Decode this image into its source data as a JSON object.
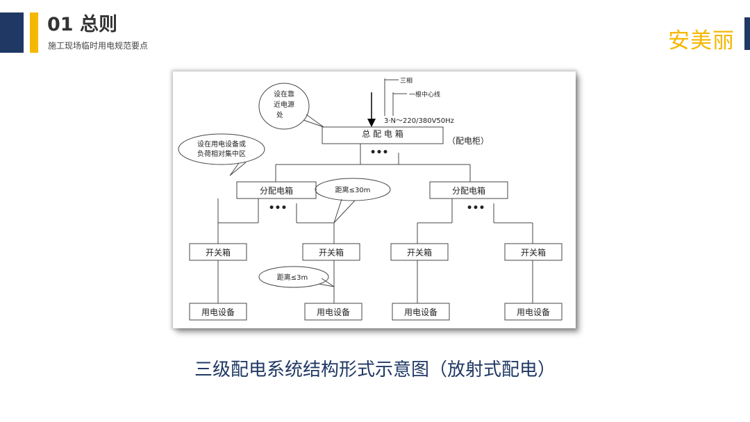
{
  "header": {
    "section_title": "01 总则",
    "section_subtitle": "施工现场临时用电规范要点",
    "brand": "安美丽"
  },
  "diagram": {
    "main_box": "总 配 电 箱",
    "main_box_note": "（配电柜）",
    "supply_spec": "3·N～220/380V50Hz",
    "phase_label": "三相",
    "neutral_label": "一根中心线",
    "callout_near_source": [
      "设在靠",
      "近电源",
      "处"
    ],
    "callout_load_center": [
      "设在用电设备或",
      "负荷相对集中区"
    ],
    "callout_distance_30": "距离≤30m",
    "callout_distance_3": "距离≤3m",
    "ellipsis": "•••",
    "dist_box_left": "分配电箱",
    "dist_box_right": "分配电箱",
    "switch_boxes": [
      "开关箱",
      "开关箱",
      "开关箱",
      "开关箱"
    ],
    "equipment_boxes": [
      "用电设备",
      "用电设备",
      "用电设备",
      "用电设备"
    ]
  },
  "caption": "三级配电系统结构形式示意图（放射式配电）"
}
